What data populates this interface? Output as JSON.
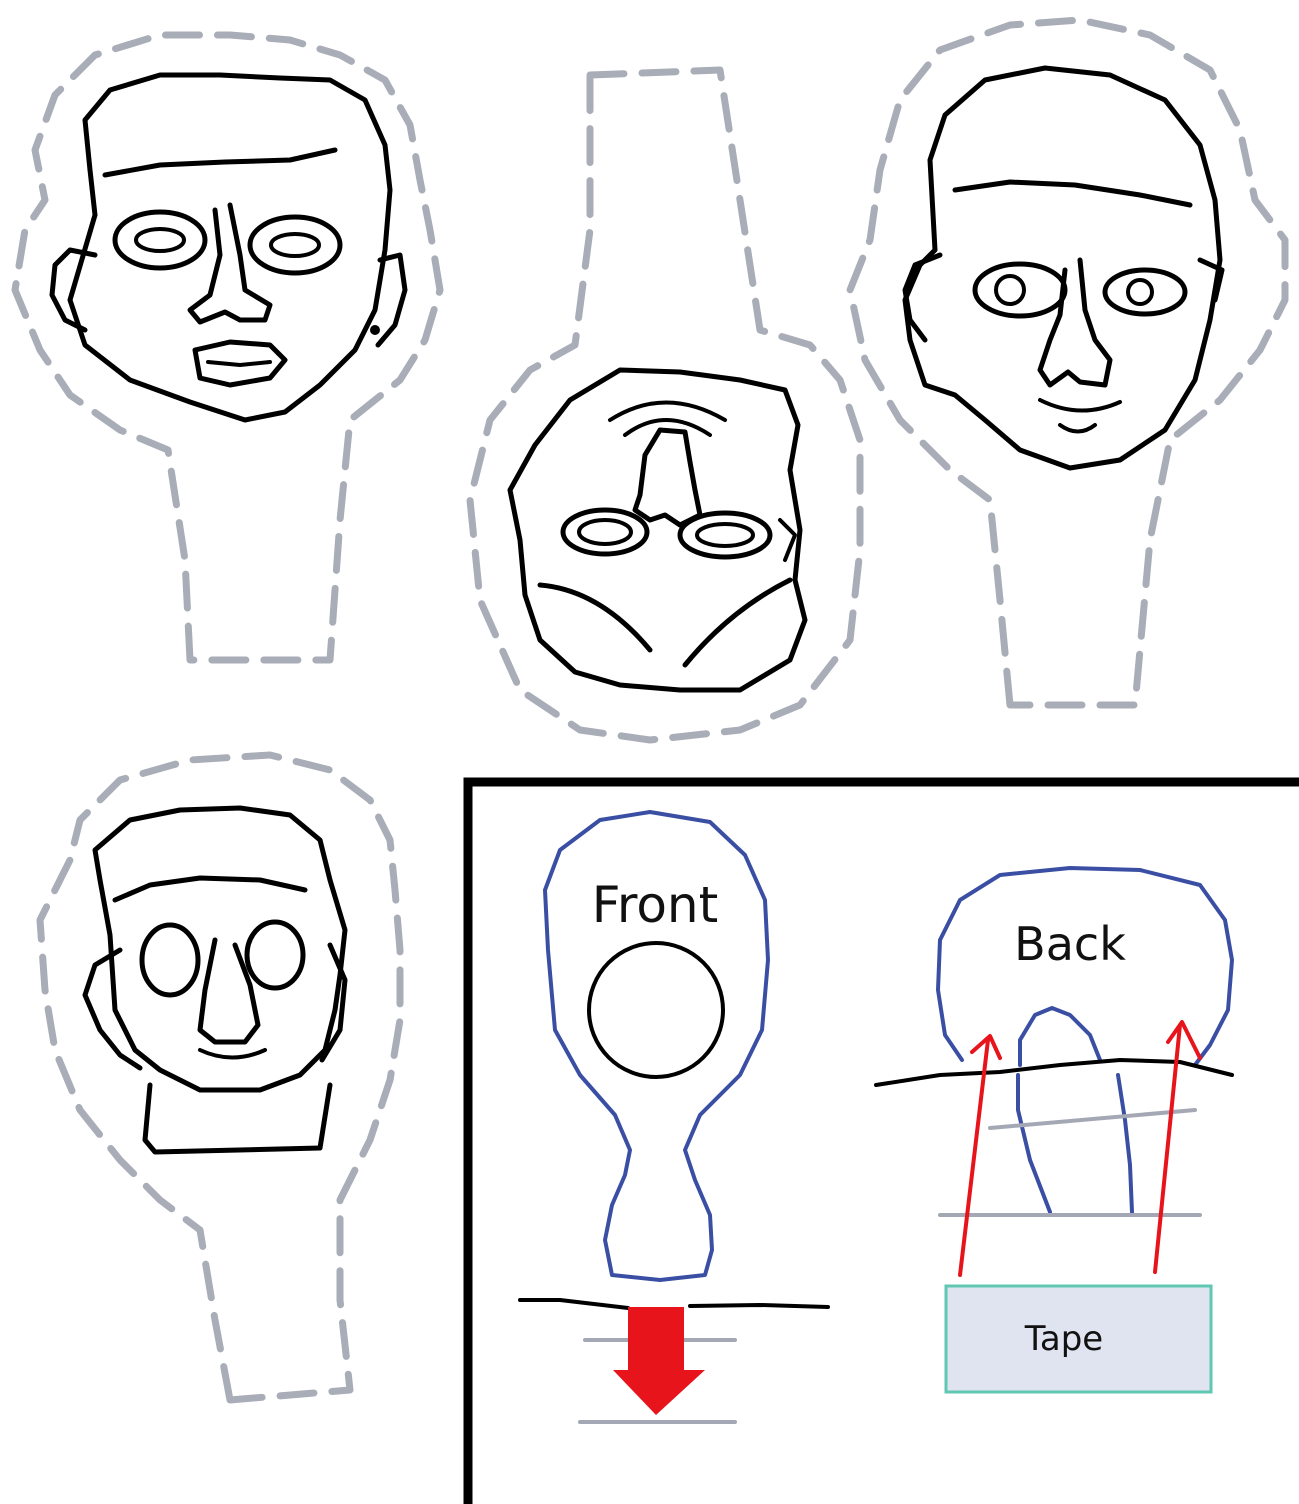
{
  "instructions": {
    "front_label": "Front",
    "back_label": "Back",
    "tape_label": "Tape"
  },
  "colors": {
    "cut_line": "#a9adb8",
    "outline": "#000000",
    "template_outline": "#3a4fa3",
    "arrow": "#e8141c",
    "tape_fill": "#e0e4f0",
    "tape_border": "#5fc7b2"
  }
}
